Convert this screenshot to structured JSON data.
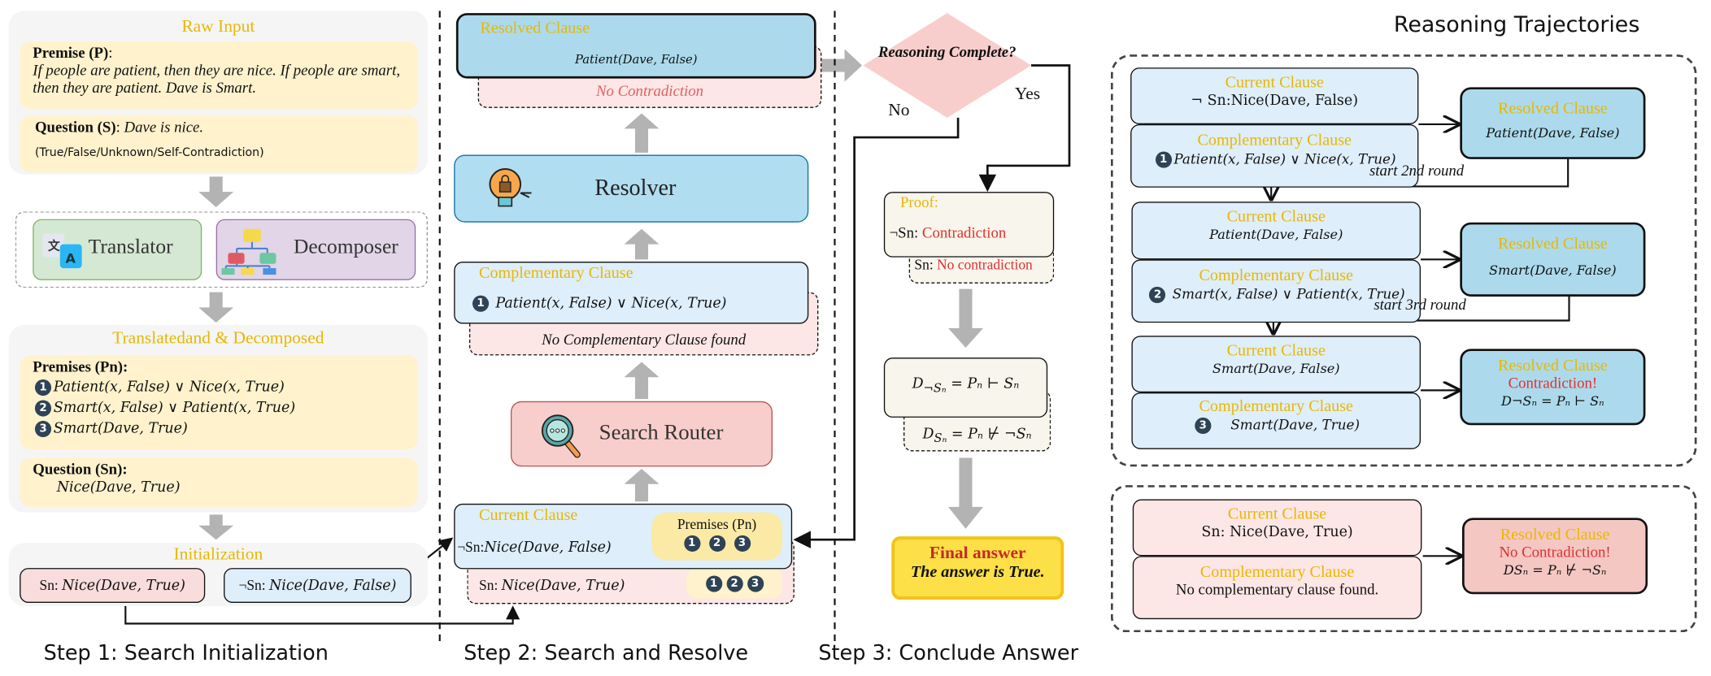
{
  "step1": {
    "raw_input": {
      "title": "Raw Input",
      "premise_label": "Premise (P)",
      "premise_text": "If people are patient, then they are nice. If people are smart, then they are patient. Dave is Smart.",
      "question_label": "Question (S)",
      "question_text": "Dave is nice.",
      "options": "(True/False/Unknown/Self-Contradiction)"
    },
    "translator_label": "Translator",
    "decomposer_label": "Decomposer",
    "translated": {
      "title": "Translatedand & Decomposed",
      "premises_label": "Premises (Pn):",
      "premises": [
        {
          "num": "1",
          "formula": "Patient(x, False) ∨ Nice(x, True)"
        },
        {
          "num": "2",
          "formula": "Smart(x, False) ∨ Patient(x, True)"
        },
        {
          "num": "3",
          "formula": "Smart(Dave, True)"
        }
      ],
      "question_label": "Question (Sn):",
      "question_formula": "Nice(Dave, True)"
    },
    "initialization": {
      "title": "Initialization",
      "sn_prefix": "Sn: ",
      "sn_formula": "Nice(Dave, True)",
      "neg_sn_prefix": "¬Sn: ",
      "neg_sn_formula": "Nice(Dave, False)"
    },
    "caption": "Step 1: Search Initialization"
  },
  "step2": {
    "resolved": {
      "title": "Resolved Clause",
      "formula": "Patient(Dave, False)",
      "alt": "No Contradiction"
    },
    "resolver_label": "Resolver",
    "complementary": {
      "title": "Complementary Clause",
      "num": "1",
      "formula": "Patient(x, False) ∨ Nice(x, True)",
      "alt": "No Complementary Clause found"
    },
    "search_router_label": "Search Router",
    "current": {
      "title": "Current Clause",
      "prefix": "¬Sn:",
      "formula": "Nice(Dave, False)",
      "alt_prefix": "Sn: ",
      "alt_formula": "Nice(Dave, True)"
    },
    "premises_box": {
      "title": "Premises (Pn)",
      "nums": [
        "1",
        "2",
        "3"
      ]
    },
    "caption": "Step 2: Search and Resolve"
  },
  "step3": {
    "decision": "Reasoning Complete?",
    "yes": "Yes",
    "no": "No",
    "proof": {
      "title": "Proof:",
      "neg_prefix": "¬Sn: ",
      "neg_value": "Contradiction",
      "pos_prefix": "Sn: ",
      "pos_value": "No contradiction"
    },
    "derivation": {
      "main_base": "D",
      "main_sub": "¬Sₙ",
      "main_rest": " = Pₙ ⊢ Sₙ",
      "alt_base": "D",
      "alt_sub": "Sₙ",
      "alt_rest": " = Pₙ ⊬ ¬Sₙ"
    },
    "final": {
      "title": "Final answer",
      "text": "The answer is True."
    },
    "caption": "Step 3: Conclude Answer"
  },
  "trajectories": {
    "title": "Reasoning Trajectories",
    "rounds": [
      {
        "current_title": "Current Clause",
        "current": "¬ Sn:Nice(Dave, False)",
        "comp_title": "Complementary Clause",
        "num": "1",
        "comp": "Patient(x, False) ∨ Nice(x, True)",
        "resolved_title": "Resolved Clause",
        "resolved": "Patient(Dave, False)",
        "next": "start 2nd round"
      },
      {
        "current_title": "Current Clause",
        "current": "Patient(Dave, False)",
        "comp_title": "Complementary Clause",
        "num": "2",
        "comp": "Smart(x, False) ∨ Patient(x, True)",
        "resolved_title": "Resolved Clause",
        "resolved": "Smart(Dave, False)",
        "next": "start 3rd round"
      },
      {
        "current_title": "Current Clause",
        "current": "Smart(Dave, False)",
        "comp_title": "Complementary Clause",
        "num": "3",
        "comp": "Smart(Dave, True)",
        "resolved_title": "Resolved Clause",
        "resolved_flag": "Contradiction!",
        "resolved": "D¬Sₙ = Pₙ ⊢ Sₙ"
      }
    ],
    "alt": {
      "current_title": "Current Clause",
      "current": "Sn: Nice(Dave, True)",
      "comp_title": "Complementary Clause",
      "comp": "No complementary clause found.",
      "resolved_title": "Resolved Clause",
      "resolved_flag": "No Contradiction!",
      "resolved": "DSₙ = Pₙ ⊬ ¬Sₙ"
    }
  },
  "colors": {
    "title_gold": "#e8b800",
    "contradiction_red": "#e0302f",
    "clause_blue": "#deeefa",
    "resolved_blue": "#acdaec",
    "router_pink": "#f8cecc",
    "final_yellow": "#fde047"
  }
}
